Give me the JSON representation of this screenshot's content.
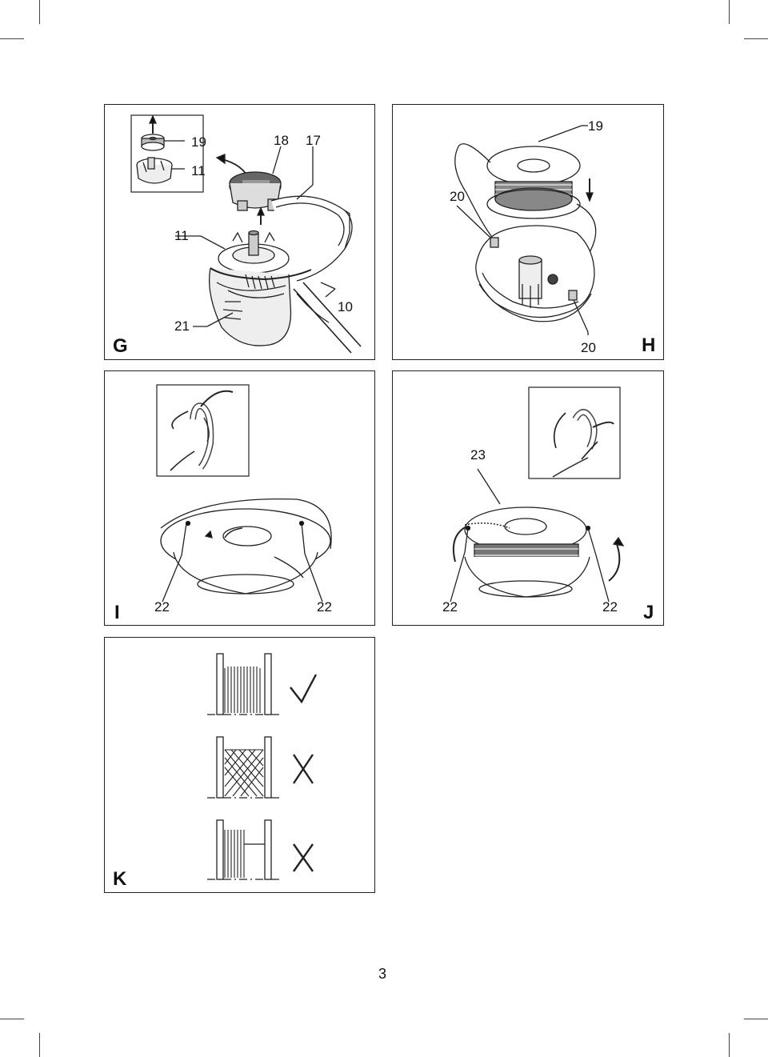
{
  "page_number": "3",
  "panels": {
    "G": {
      "letter": "G",
      "callouts": [
        "19",
        "11",
        "18",
        "17",
        "11",
        "21",
        "10"
      ]
    },
    "H": {
      "letter": "H",
      "callouts": [
        "19",
        "20",
        "20"
      ]
    },
    "I": {
      "letter": "I",
      "callouts": [
        "22",
        "22"
      ]
    },
    "J": {
      "letter": "J",
      "callouts": [
        "23",
        "22",
        "22"
      ]
    },
    "K": {
      "letter": "K",
      "marks": [
        "check-icon",
        "cross-icon",
        "cross-icon"
      ]
    }
  }
}
